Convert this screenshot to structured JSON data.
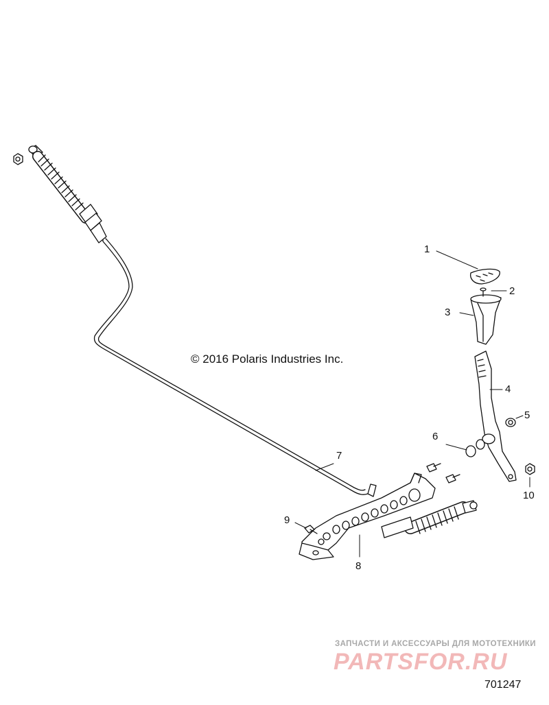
{
  "copyright": "© 2016 Polaris Industries Inc.",
  "callouts": [
    {
      "label": "1",
      "part": "shift-knob-cap"
    },
    {
      "label": "2",
      "part": "screw"
    },
    {
      "label": "3",
      "part": "shift-knob"
    },
    {
      "label": "4",
      "part": "shift-lever"
    },
    {
      "label": "5",
      "part": "bushing"
    },
    {
      "label": "6",
      "part": "e-clip"
    },
    {
      "label": "7",
      "part": "shift-cable"
    },
    {
      "label": "8",
      "part": "cable-bracket"
    },
    {
      "label": "9",
      "part": "bolt"
    },
    {
      "label": "10",
      "part": "nut"
    }
  ],
  "watermark": {
    "tagline": "ЗАПЧАСТИ И АКСЕССУАРЫ ДЛЯ МОТОТЕХНИКИ",
    "logo": "PARTSFOR.RU"
  },
  "figure_number": "701247",
  "colors": {
    "line": "#111111",
    "watermark_logo": "#f2b8b8",
    "watermark_text": "#a8a8a8"
  }
}
